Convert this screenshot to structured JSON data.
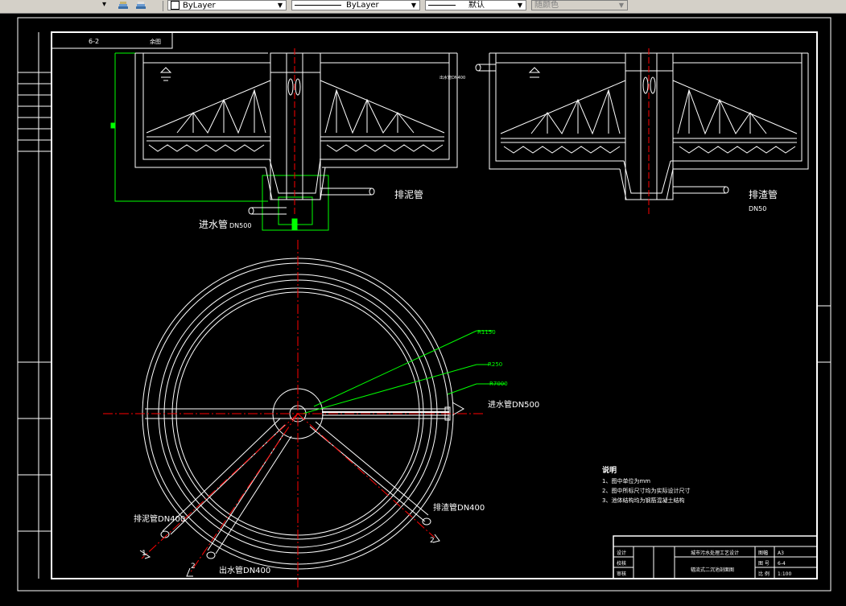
{
  "toolbar": {
    "layer_combo_arrow": "▾",
    "color_label": "ByLayer",
    "linetype_label": "ByLayer",
    "lineweight_label": "默认",
    "plotstyle_label": "随颜色"
  },
  "drawing": {
    "title_tag": "6-2",
    "title_tag_right": "余图",
    "section_left": {
      "sludge_pipe_label": "排泥管",
      "inlet_pipe_label": "进水管",
      "inlet_pipe_size": "DN500"
    },
    "section_right": {
      "scum_label": "排渣管",
      "scum_size": "DN50",
      "overflow_label": "出水管DN400"
    },
    "plan": {
      "r1_label": "R1150",
      "r2_label": "R250",
      "r3_label": "R7000",
      "inlet_label": "进水管DN500",
      "sludge_label": "排泥管DN400",
      "outlet_label": "出水管DN400",
      "scum_label": "排渣管DN400",
      "mark_1": "1",
      "mark_2": "2",
      "mark_3": "2"
    },
    "notes": {
      "title": "说明",
      "line1": "1、图中单位为mm",
      "line2": "2、图中所标尺寸均为实际设计尺寸",
      "line3": "3、池体结构均为钢筋混凝土结构"
    },
    "title_block": {
      "design": "设计",
      "check": "校核",
      "review": "审核",
      "project": "城市污水处理工艺设计",
      "drawing_name": "辐流式二沉池剖面图",
      "sheet_label": "图幅",
      "sheet_value": "A3",
      "number_label": "图 号",
      "number_value": "6-4",
      "scale_label": "比 例",
      "scale_value": "1:100"
    }
  },
  "colors": {
    "background": "#000000",
    "lines": "#ffffff",
    "highlight": "#00ff00",
    "center": "#ff0000"
  }
}
